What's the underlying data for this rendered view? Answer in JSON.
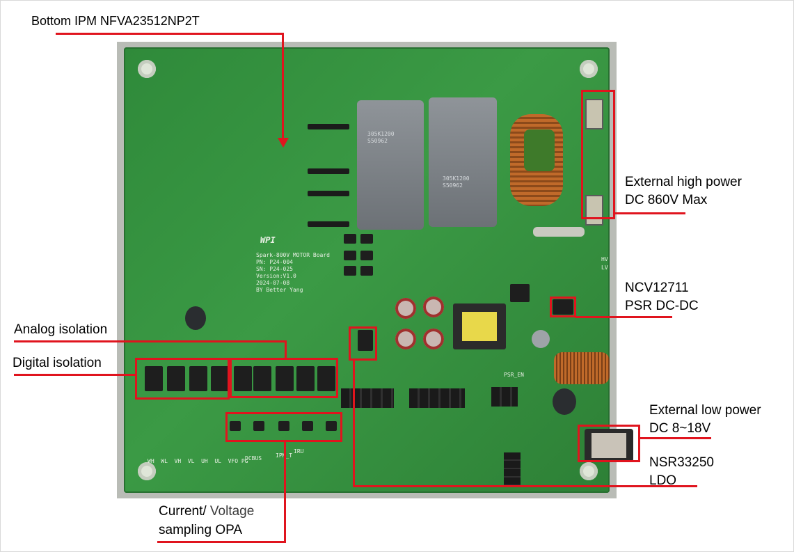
{
  "annotations": {
    "bottom_ipm": "Bottom IPM NFVA23512NP2T",
    "external_high_power_line1": "External high power",
    "external_high_power_line2": "DC 860V Max",
    "ncv_line1": "NCV12711",
    "ncv_line2": "PSR DC-DC",
    "analog_isolation": "Analog  isolation",
    "digital_isolation": "Digital  isolation",
    "external_low_power_line1": "External low power",
    "external_low_power_line2": "DC 8~18V",
    "nsr_line1": "NSR33250",
    "nsr_line2": "LDO",
    "current_voltage_line1_a": "Current/",
    "current_voltage_line1_b": " Voltage",
    "current_voltage_line2": "sampling OPA"
  },
  "board": {
    "silk_info": "Spark-800V MOTOR Board\nPN: P24-004\nSN: P24-025\nVersion:V1.0\n2024-07-08\nBY Better Yang",
    "cap_marking": "305K1200\nS50962",
    "bottom_labels": "WH  WL  VH  VL  UH  UL  VFO PG",
    "dcbus": "DCBUS",
    "ipm_t": "IPM_T",
    "iru": "IRU",
    "psr_en": "PSR_EN",
    "hv": "HV",
    "lv": "LV",
    "logo": "WPI"
  },
  "colors": {
    "highlight": "#e0141e",
    "pcb_green": "#2f8a3a"
  }
}
